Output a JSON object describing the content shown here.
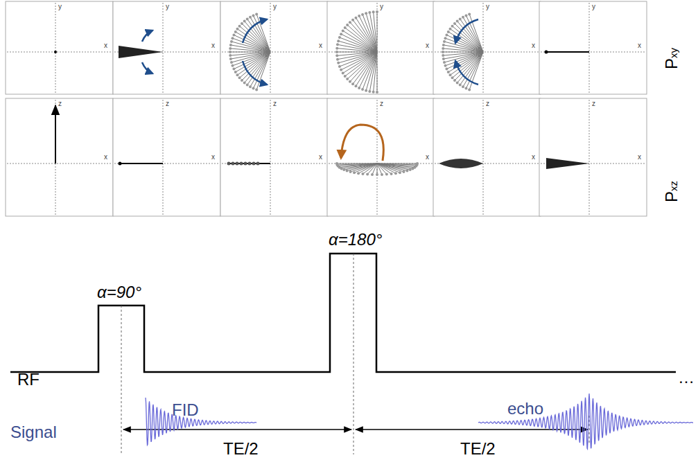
{
  "diagram": {
    "labels": [
      "y",
      "x",
      "y",
      "x",
      "y",
      "x",
      "y",
      "x",
      "y",
      "x",
      "y",
      "x",
      "z",
      "x",
      "z",
      "x",
      "z",
      "x",
      "z",
      "x",
      "z",
      "x",
      "z",
      "x",
      "P",
      "xy",
      "P",
      "xz",
      "α=90°",
      "α=180°",
      "RF",
      "Signal",
      "FID",
      "echo",
      "TE/2",
      "TE/2",
      "…"
    ]
  }
}
